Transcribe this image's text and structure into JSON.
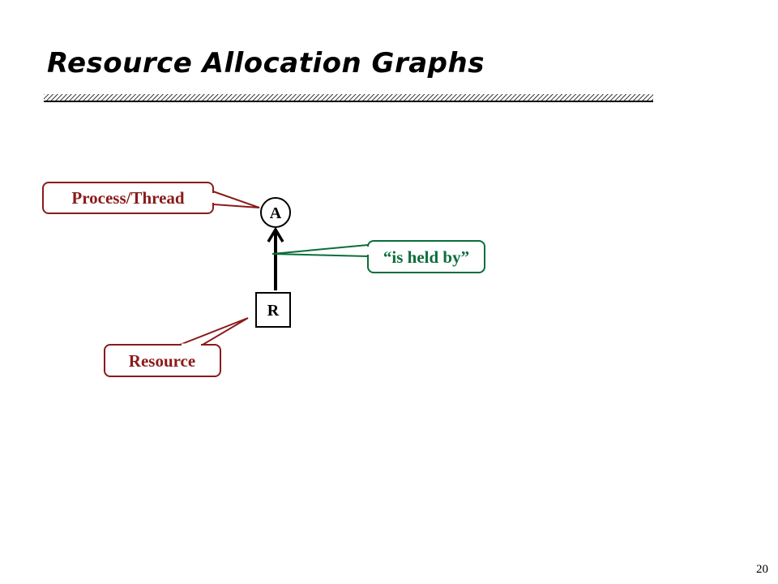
{
  "slide": {
    "title": "Resource Allocation Graphs",
    "page_number": "20"
  },
  "diagram": {
    "process_node": {
      "label": "A"
    },
    "resource_node": {
      "label": "R"
    },
    "callouts": {
      "process": "Process/Thread",
      "edge": "“is held by”",
      "resource": "Resource"
    }
  },
  "colors": {
    "callout_red": "#8B1A1A",
    "callout_green": "#0A6E3A",
    "text": "#000000",
    "rule": "#000000"
  }
}
